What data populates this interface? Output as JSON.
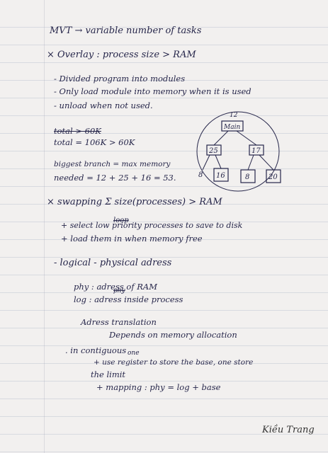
{
  "notes": {
    "mvt": "MVT → variable number of tasks",
    "overlay": "× Overlay : process size > RAM",
    "divided": "- Divided program into modules",
    "only_load": "- Only load module into memory when it is used",
    "unload": "- unload when not used.",
    "total_struck": "total > 60K",
    "total": "total = 106K > 60K",
    "biggest": "biggest branch = max memory",
    "needed": "needed = 12 + 25 + 16 = 53.",
    "swapping": "× swapping Σ size(processes) > RAM",
    "select": "+ select low priority processes to save to disk",
    "select_struck": "loop",
    "load_them": "+ load them in when memory free",
    "logical": "- logical - physical adress",
    "phy": "phy : adress of RAM",
    "log": "log : adress inside process",
    "log_struck": "phy",
    "adress_translation": "Adress translation",
    "depends": "Depends on memory allocation",
    "contiguous": ". in contiguous",
    "one": "one",
    "use_register": "+ use register to store the base, one store",
    "the_limit": "the limit",
    "mapping": "+ mapping : phy = log + base",
    "signature": "Kiều Trang"
  },
  "tree": {
    "root_weight": "12",
    "root": "Main",
    "left": "25",
    "right": "17",
    "left_leaf_weight": "8",
    "left_child": "16",
    "right_child_1": "8",
    "right_child_2": "20"
  },
  "colors": {
    "ink": "#26264a",
    "paper": "#f2f0ef",
    "lines": "#8c9ab0"
  }
}
